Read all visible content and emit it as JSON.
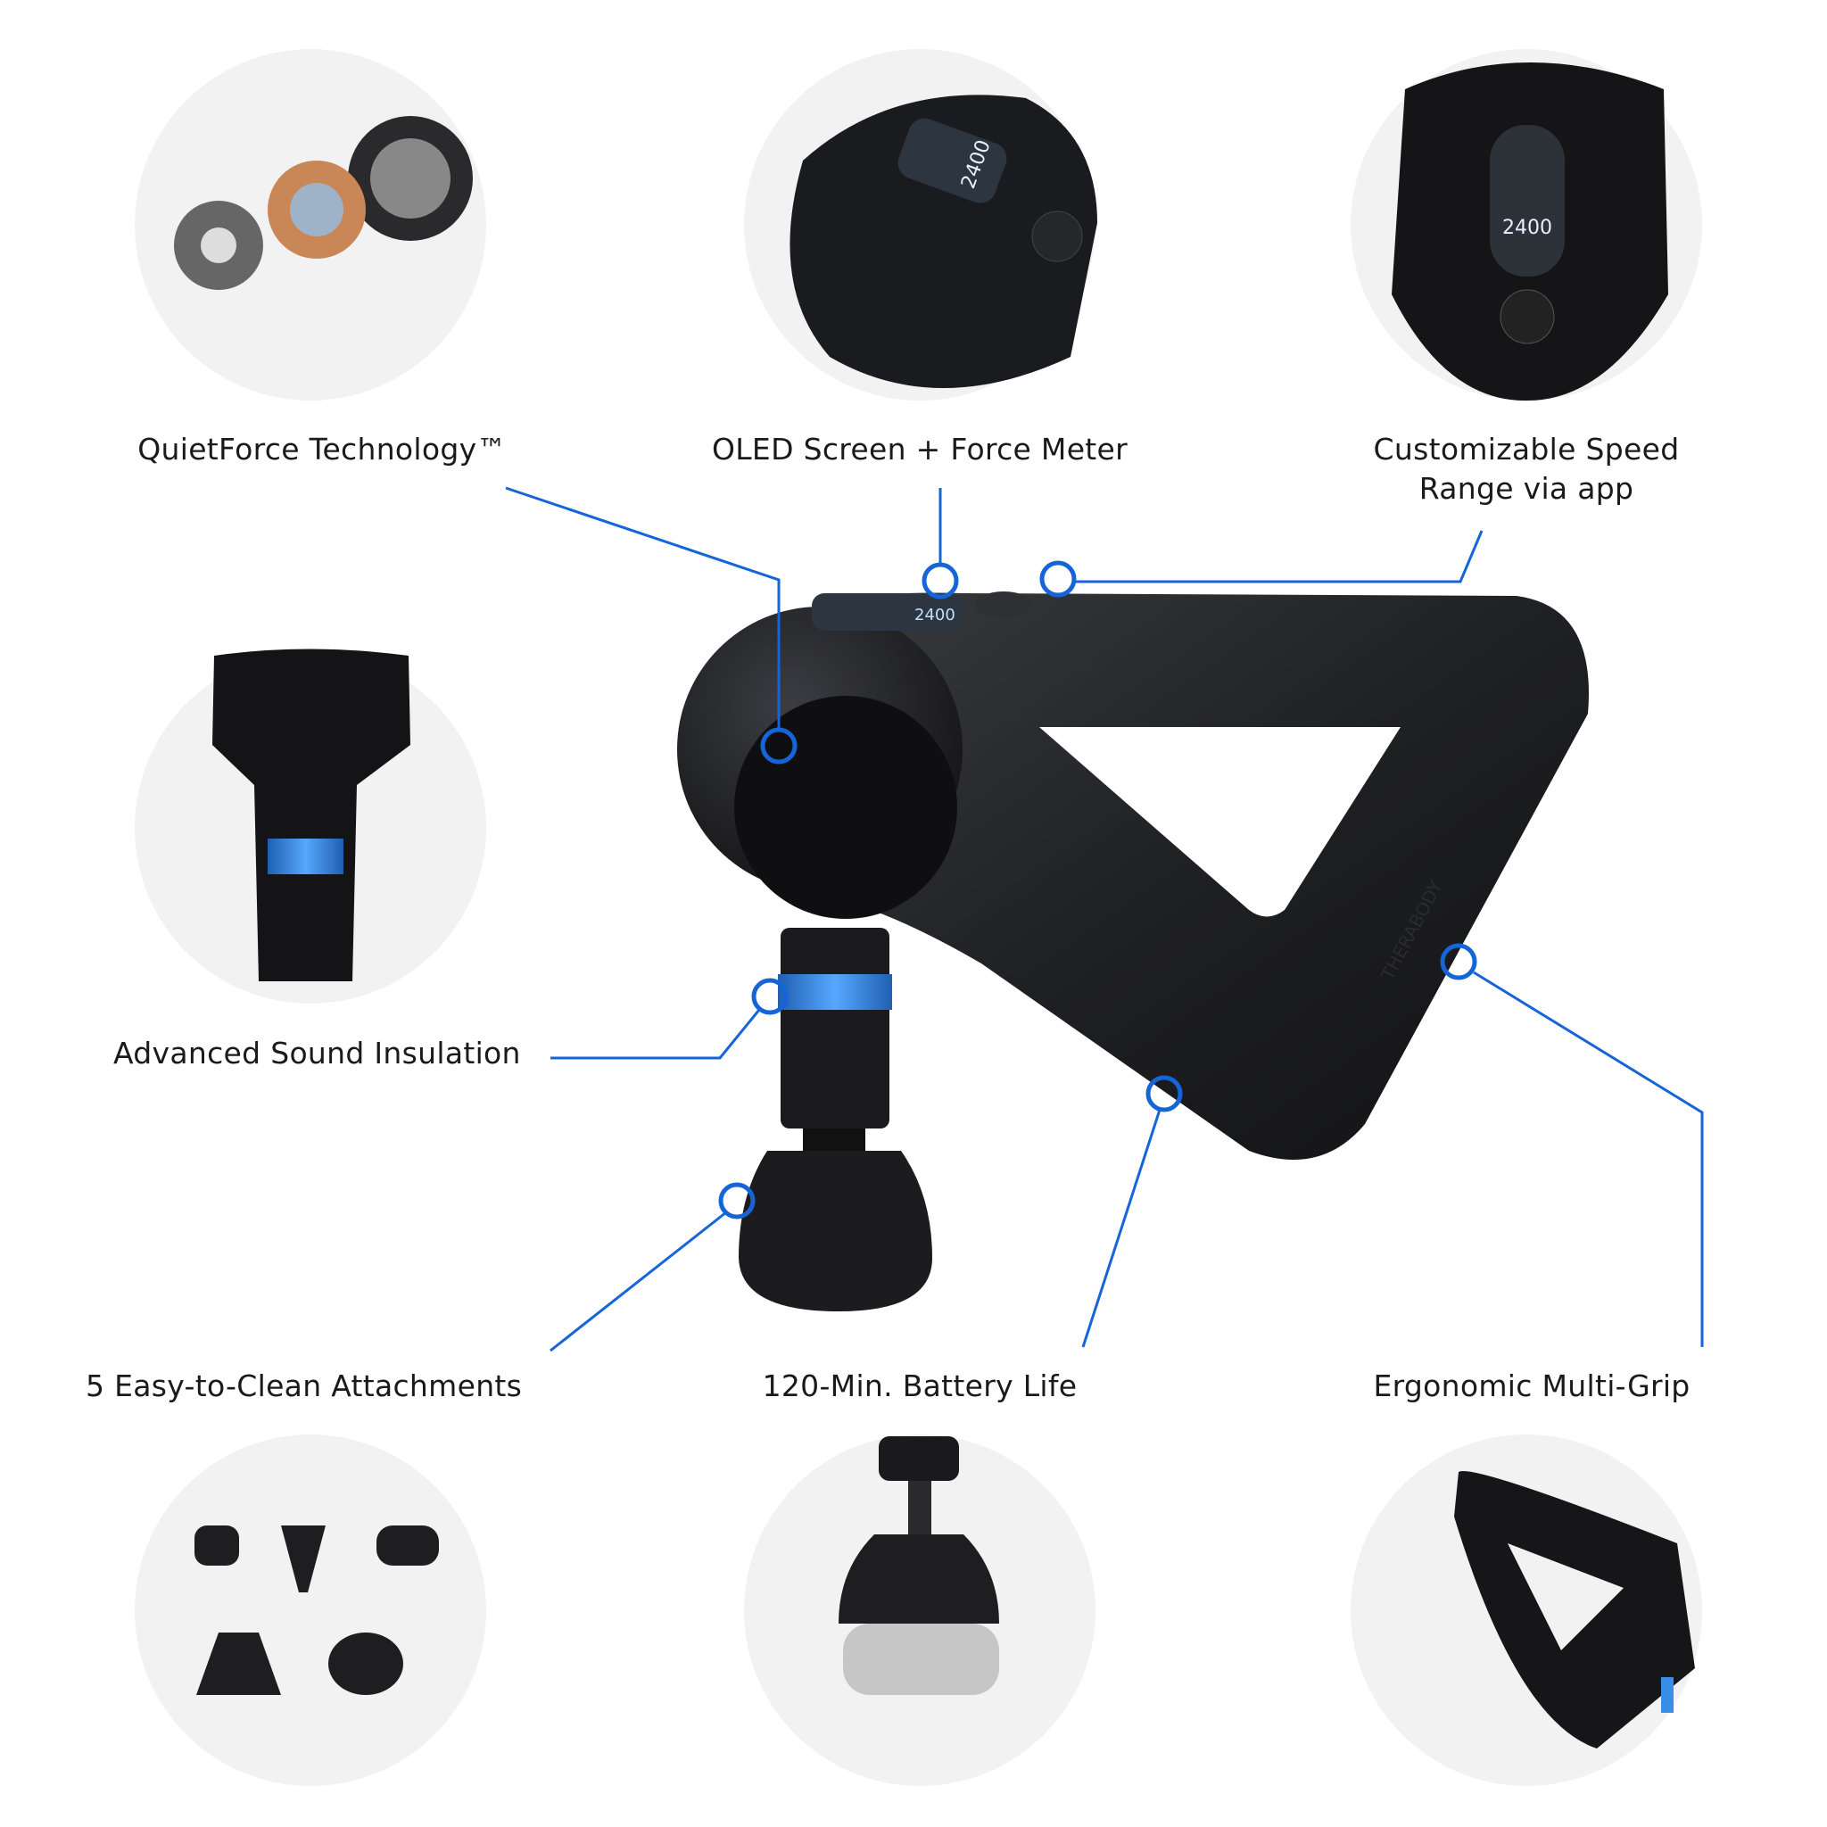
{
  "features": {
    "quietforce": "QuietForce Technology™",
    "oled": "OLED Screen + Force Meter",
    "speed_line1": "Customizable Speed",
    "speed_line2": "Range via app",
    "insulation": "Advanced Sound Insulation",
    "attachments": "5 Easy-to-Clean Attachments",
    "battery": "120-Min. Battery Life",
    "grip": "Ergonomic Multi-Grip"
  },
  "screen_readout": "2400",
  "brand_mark": "THERABODY",
  "colors": {
    "callout": "#1565d8",
    "device": "#1c1d20",
    "accent_band": "#3a8ee8",
    "circle_bg": "#f2f2f3"
  }
}
